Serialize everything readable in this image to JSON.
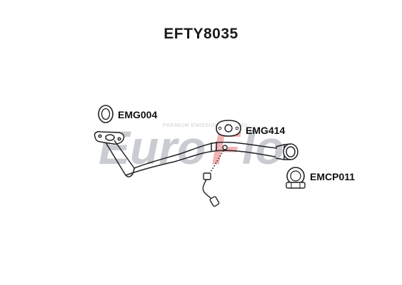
{
  "title": "EFTY8035",
  "watermark": {
    "brand_start": "Euro",
    "brand_mid": "F",
    "brand_end": "lo",
    "tagline": "PREMIUM EMISSION SYSTEMS",
    "grey": "#c9ccd0",
    "red": "#f2b3b3"
  },
  "parts": [
    {
      "label": "EMG004",
      "icon": "gasket-ring-icon"
    },
    {
      "label": "EMG414",
      "icon": "flange-gasket-icon"
    },
    {
      "label": "EMCP011",
      "icon": "pipe-clamp-icon"
    }
  ],
  "assembly": {
    "main_part": "front-exhaust-pipe-icon",
    "sensor": "lambda-sensor-icon"
  }
}
